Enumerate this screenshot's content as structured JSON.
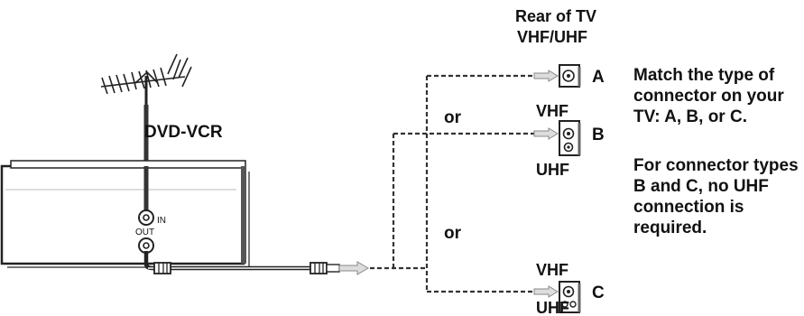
{
  "diagram": {
    "header_line1": "Rear of TV",
    "header_line2": "VHF/UHF",
    "device_label": "DVD-VCR",
    "jack_in": "IN",
    "jack_out": "OUT",
    "or_label": "or",
    "connector_a": "A",
    "connector_b": "B",
    "connector_c": "C",
    "vhf": "VHF",
    "uhf": "UHF"
  },
  "notes": {
    "match": "Match the type of connector on your TV: A, B, or C.",
    "no_uhf": "For connector types B and C, no UHF connection is required."
  }
}
